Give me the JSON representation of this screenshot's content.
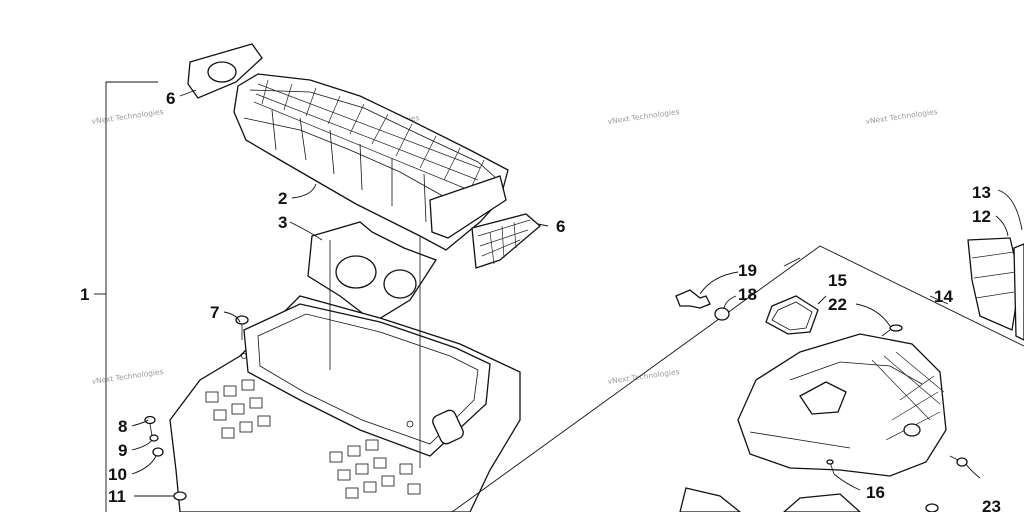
{
  "callouts": {
    "c1": "1",
    "c2": "2",
    "c3": "3",
    "c6a": "6",
    "c6b": "6",
    "c7": "7",
    "c8": "8",
    "c9": "9",
    "c10": "10",
    "c11": "11",
    "c12": "12",
    "c13": "13",
    "c14": "14",
    "c15": "15",
    "c16": "16",
    "c18": "18",
    "c19": "19",
    "c22": "22",
    "c23": "23"
  },
  "watermark": "vNext Technologies"
}
